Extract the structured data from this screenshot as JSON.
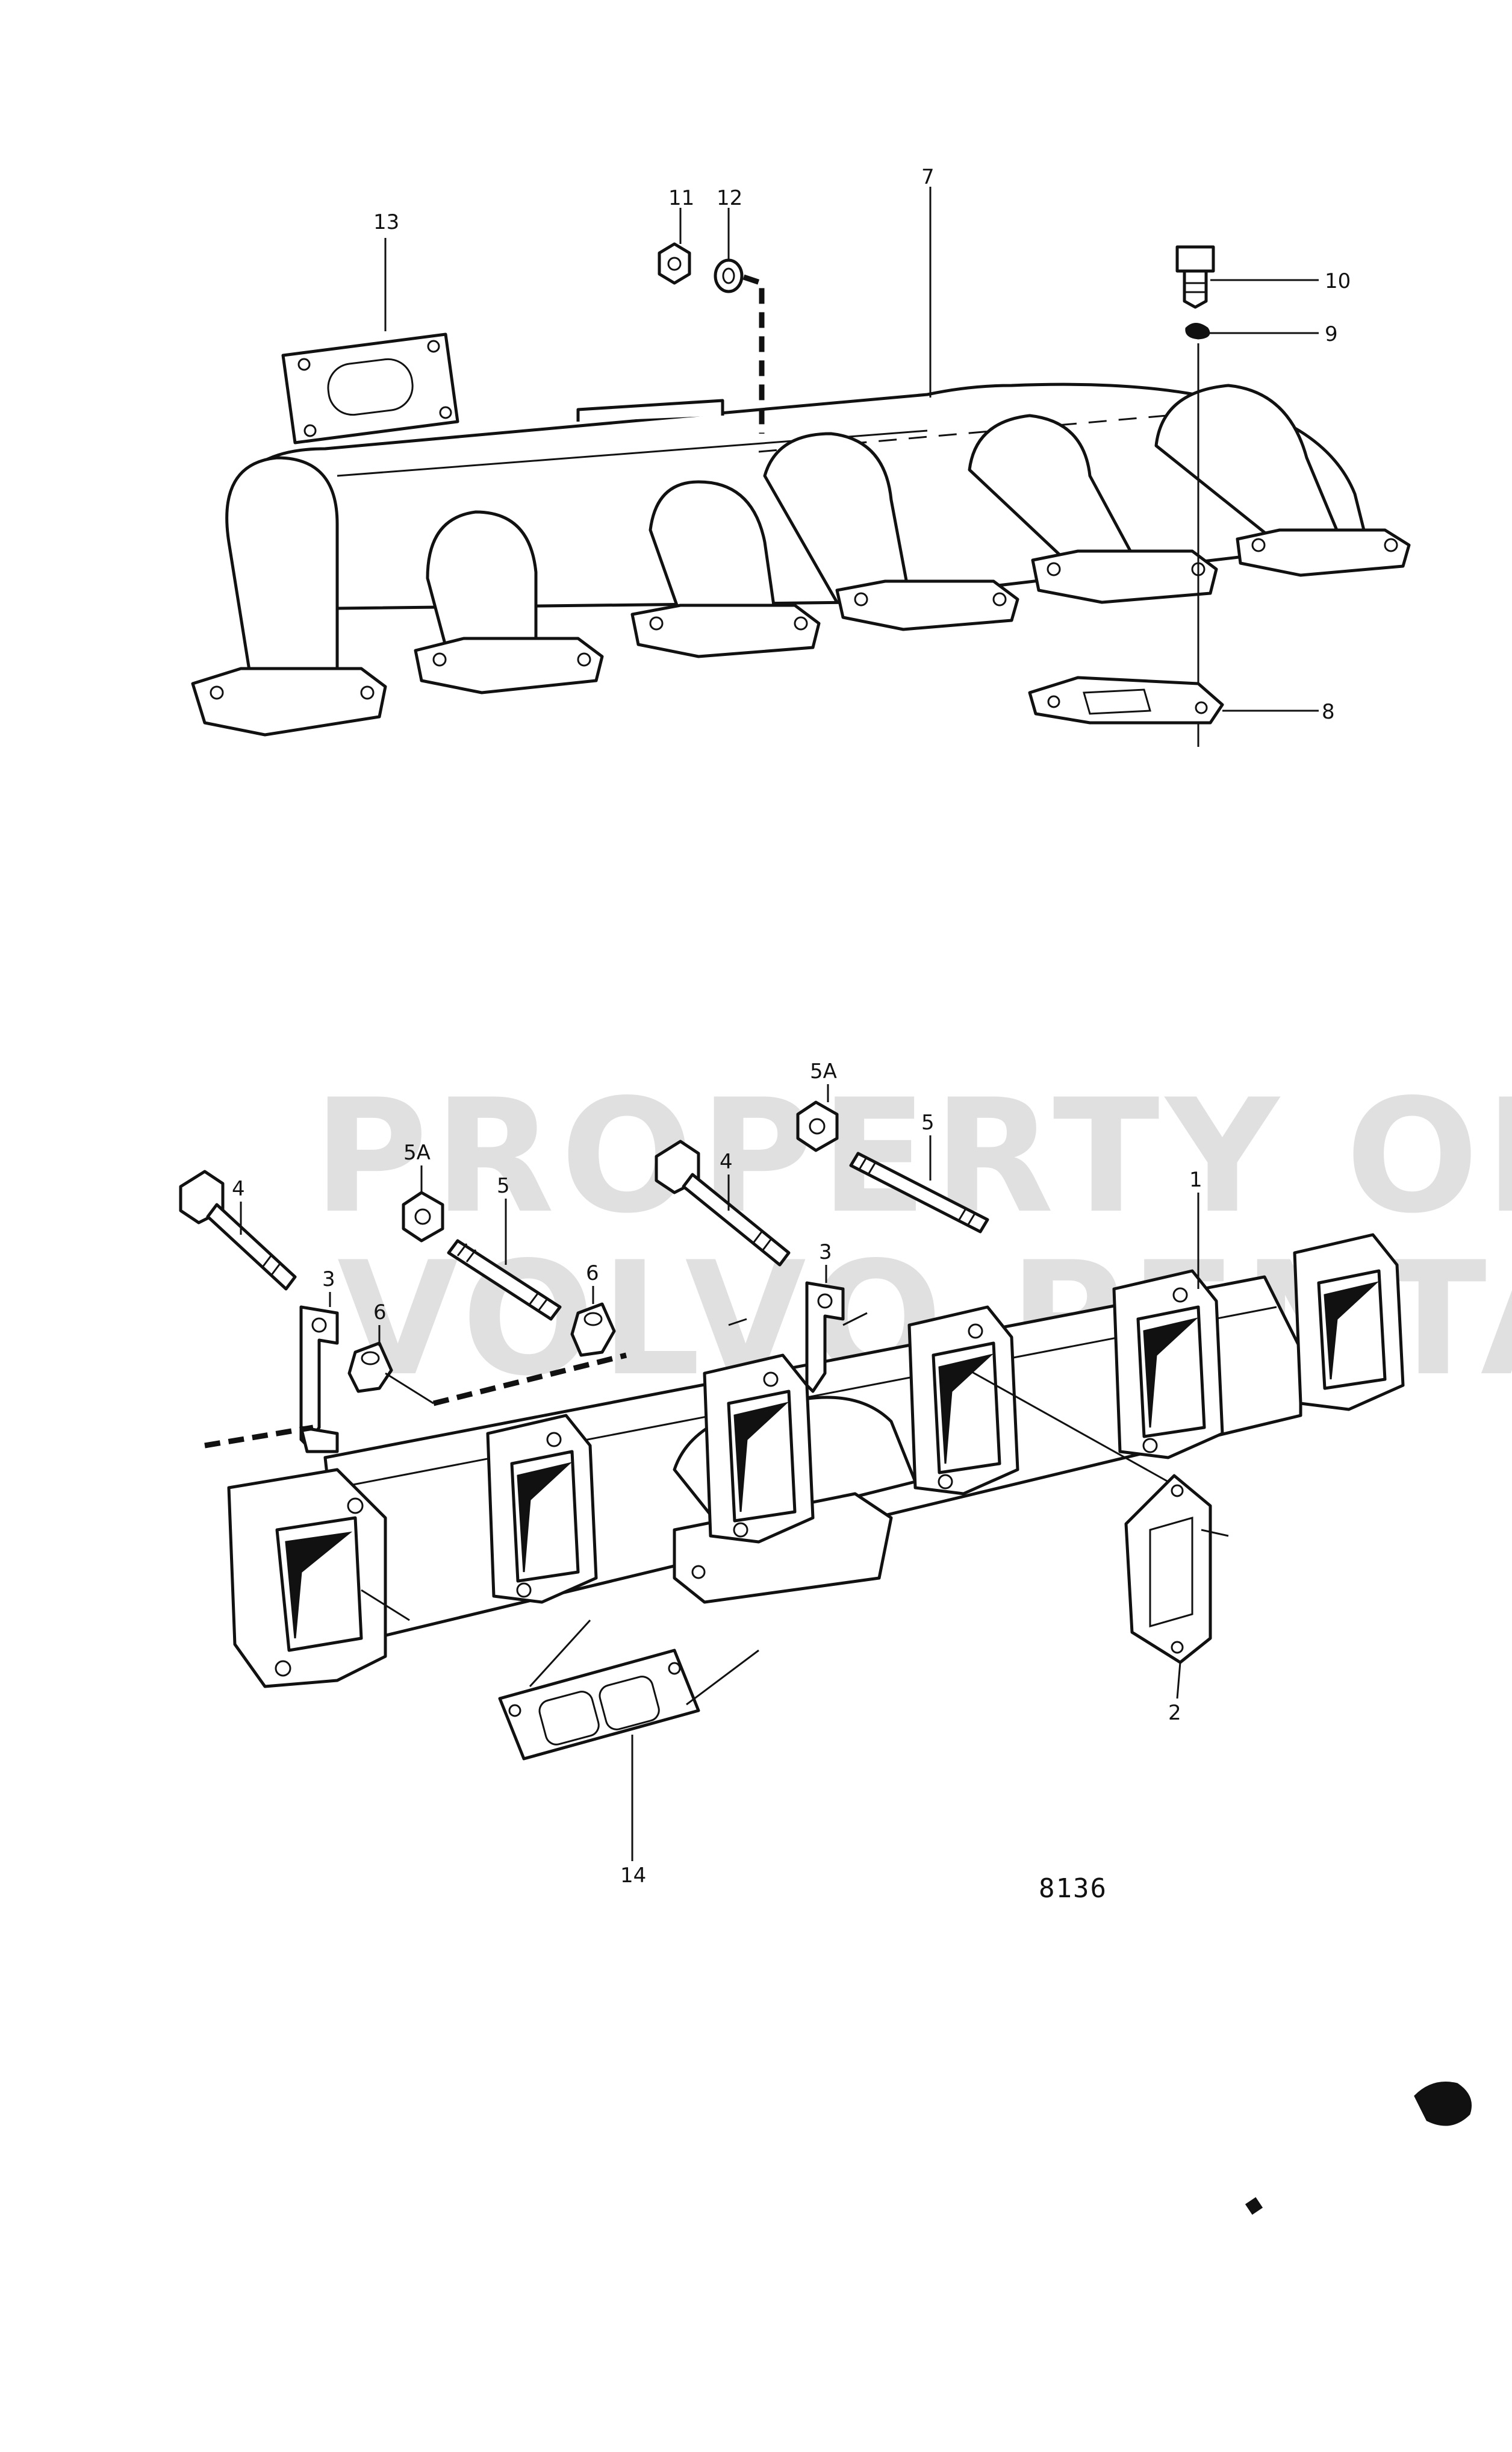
{
  "diagram": {
    "reference_number": "8136",
    "watermark": [
      "PROPERTY OF",
      "VOLVO PENTA"
    ],
    "callouts": {
      "c1": "1",
      "c2": "2",
      "c3a": "3",
      "c3b": "3",
      "c4a": "4",
      "c4b": "4",
      "c5a": "5",
      "c5b": "5",
      "c5Aa": "5A",
      "c5Ab": "5A",
      "c6": "6",
      "c7": "7",
      "c8": "8",
      "c9": "9",
      "c10": "10",
      "c11": "11",
      "c12": "12",
      "c13": "13",
      "c14": "14"
    }
  }
}
